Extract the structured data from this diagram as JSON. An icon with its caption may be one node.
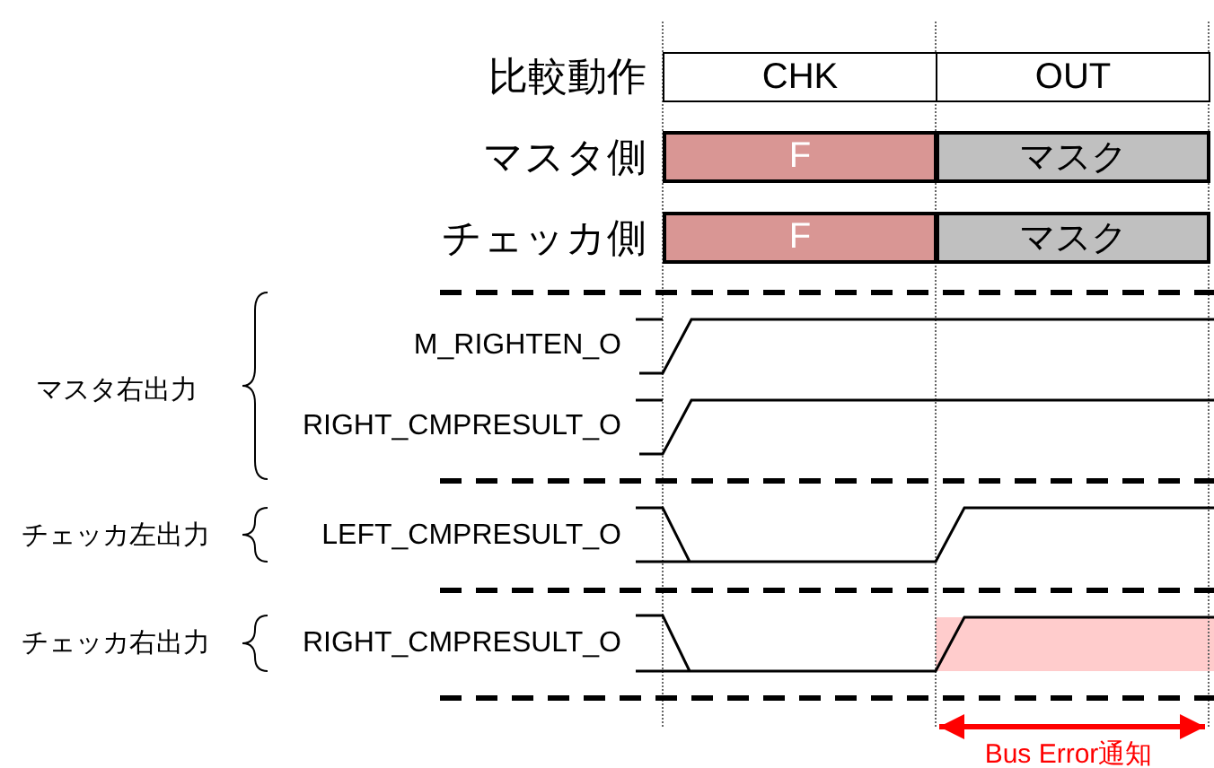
{
  "diagram": {
    "nodes": [
      {
        "text": [
          "CHK"
        ]
      },
      {
        "text": [
          "OUT"
        ]
      },
      {
        "text": [
          "F"
        ]
      },
      {
        "text": [
          "マスク"
        ]
      },
      {
        "text": [
          "F"
        ]
      },
      {
        "text": [
          "マスク"
        ]
      }
    ],
    "labels": [
      "比較動作",
      "マスタ側",
      "チェッカ側",
      "M_RIGHTEN_O",
      "マスタ右出力",
      "RIGHT_CMPRESULT_O",
      "チェッカ左出力",
      "LEFT_CMPRESULT_O",
      "チェッカ右出力",
      "RIGHT_CMPRESULT_O",
      "Bus Error通知"
    ]
  }
}
